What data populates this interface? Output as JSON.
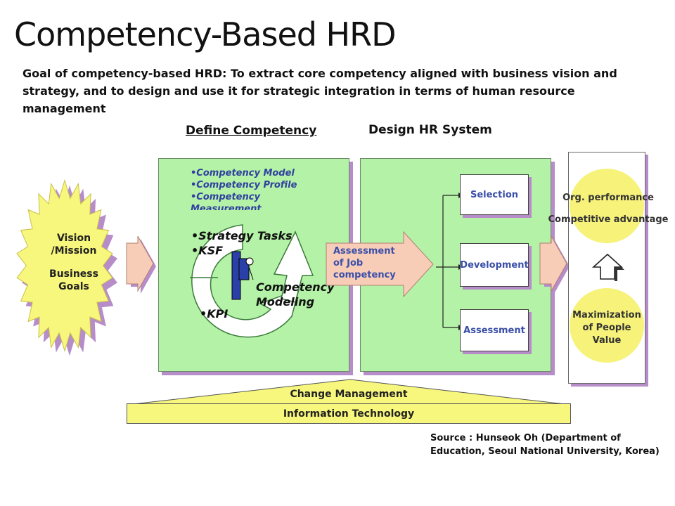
{
  "title": "Competency-Based HRD",
  "goal": "Goal of competency-based HRD: To extract core competency aligned with business vision and strategy, and to design and use it for strategic integration in terms of human resource management",
  "headings": {
    "define": "Define Competency",
    "design": "Design HR System"
  },
  "vision": {
    "line1": "Vision",
    "line2": "/Mission",
    "line3": "Business",
    "line4": "Goals"
  },
  "define_panel": {
    "bullets": [
      "•Competency Model",
      "•Competency Profile",
      "•Competency",
      " Measurement"
    ],
    "strategy": "•Strategy Tasks",
    "ksf": "•KSF",
    "kpi": "•KPI",
    "modeling_line1": "Competency",
    "modeling_line2": "Modeling"
  },
  "assessment_arrow": {
    "line1": "Assessment",
    "line2": "of Job",
    "line3": "competency"
  },
  "hr_boxes": [
    "Selection",
    "Development",
    "Assessment"
  ],
  "outcomes": {
    "top_line1": "Org. performance",
    "top_line2": "Competitive advantage",
    "bottom_line1": "Maximization",
    "bottom_line2": "of  People",
    "bottom_line3": "Value"
  },
  "bars": {
    "change": "Change Management",
    "it": "Information Technology"
  },
  "source": {
    "line1": "Source : Hunseok Oh (Department of",
    "line2": "Education, Seoul National University, Korea)"
  },
  "colors": {
    "green_panel": "#b4f2a7",
    "purple_shadow": "#b68cc9",
    "yellow": "#f7f67d",
    "arrow_pink": "#f8cdb8",
    "blue_text": "#3a4fa8"
  }
}
